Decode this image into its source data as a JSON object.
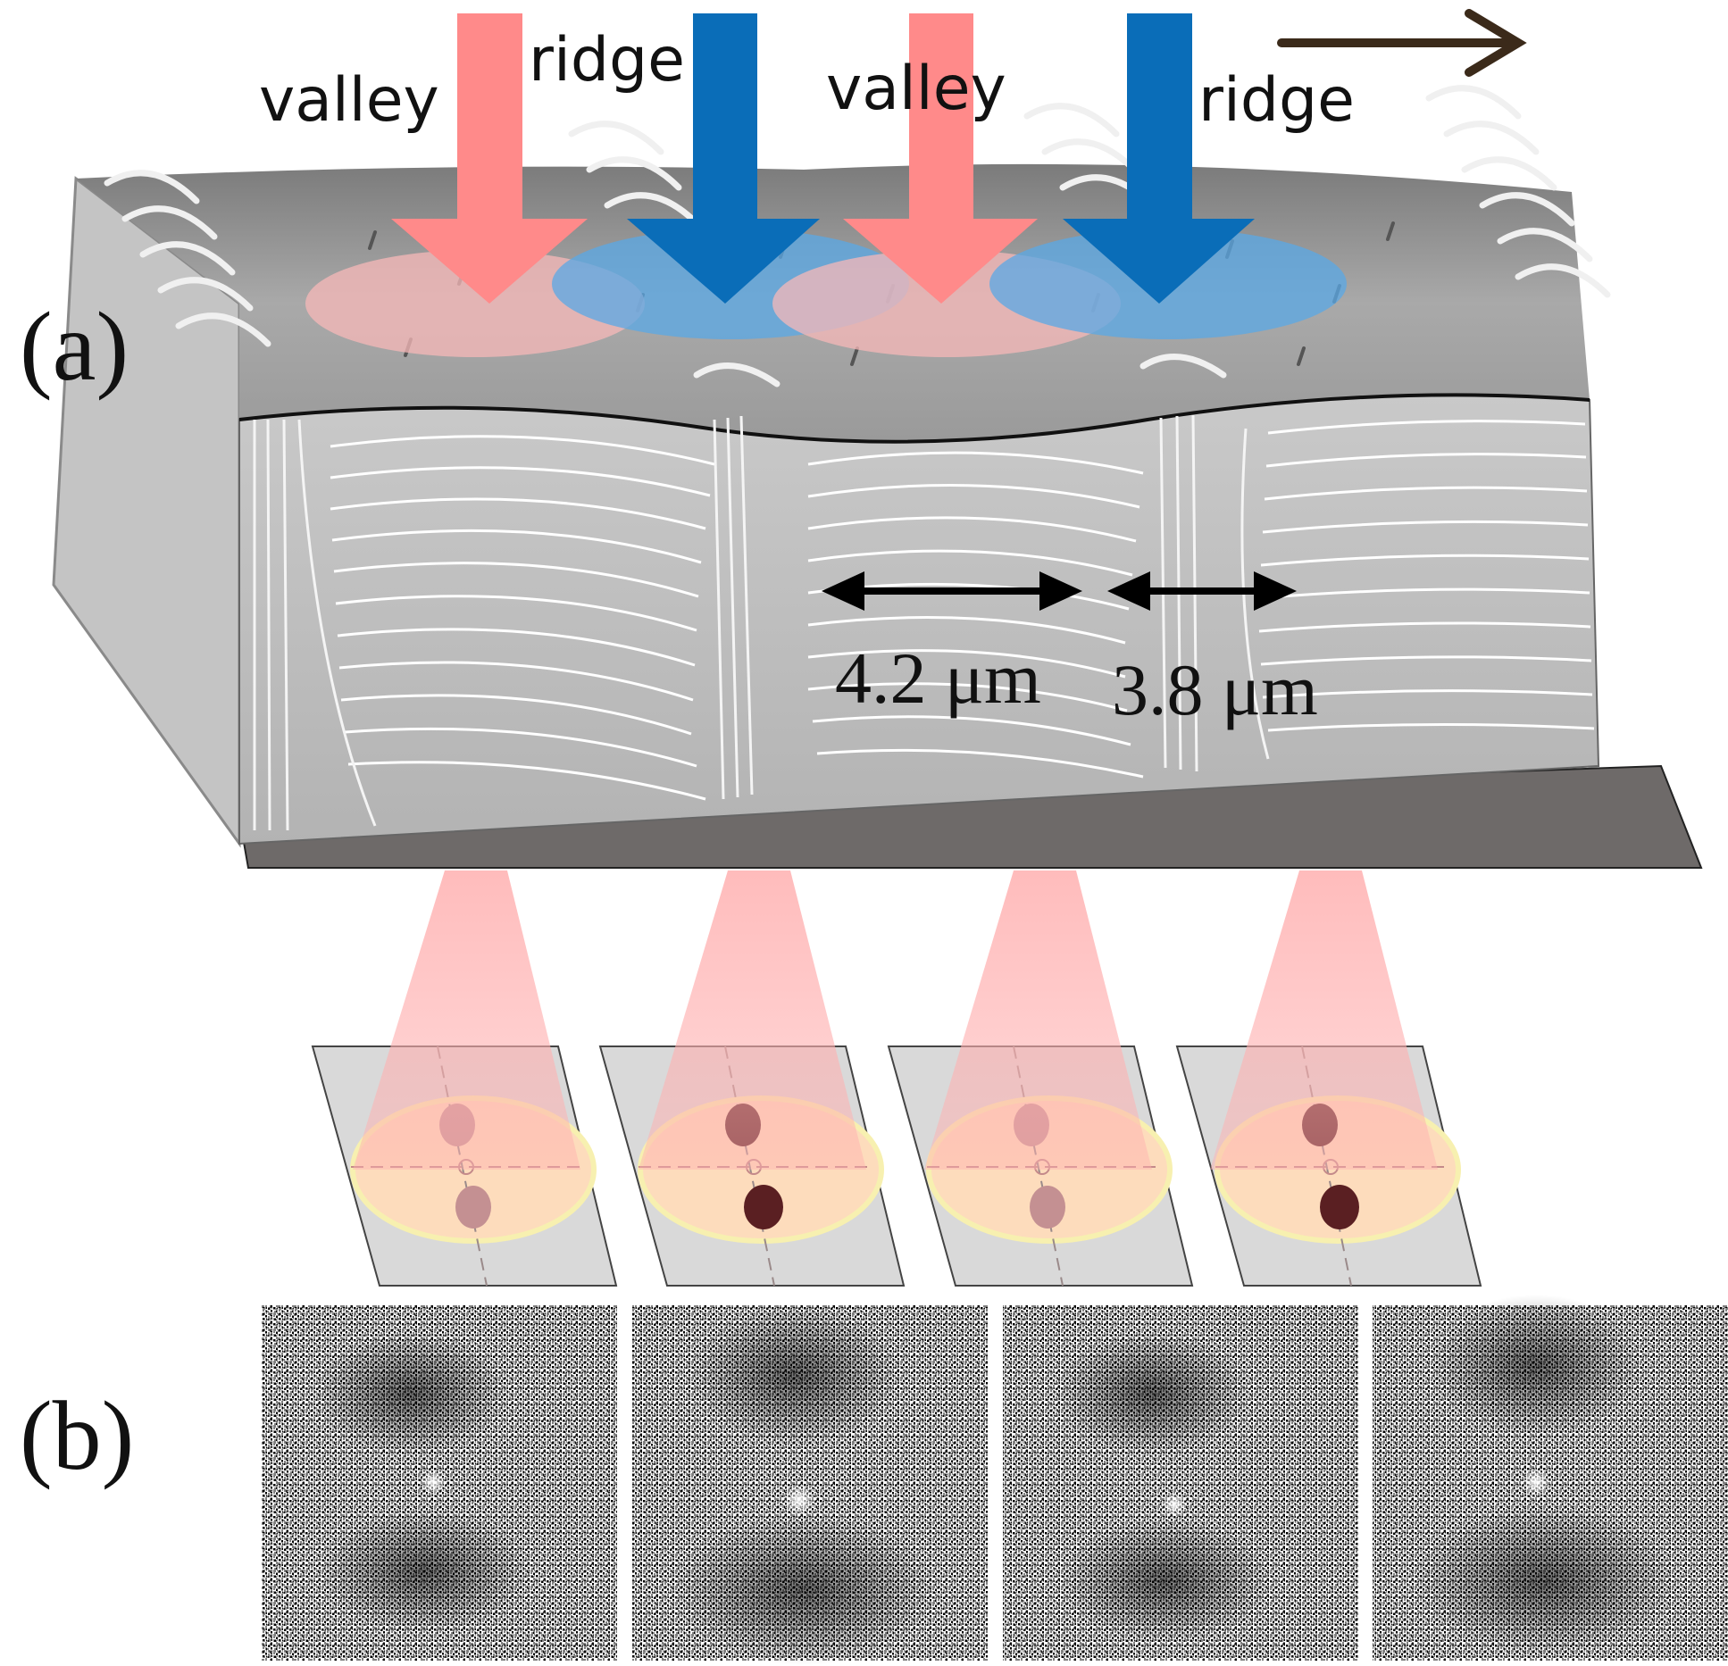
{
  "figure": {
    "panel_a_label": "(a)",
    "panel_b_label": "(b)",
    "top_labels": [
      {
        "text": "valley",
        "kind": "valley"
      },
      {
        "text": "ridge",
        "kind": "ridge"
      },
      {
        "text": "valley",
        "kind": "valley"
      },
      {
        "text": "ridge",
        "kind": "ridge"
      }
    ],
    "measurements": [
      {
        "text": "4.2 μm"
      },
      {
        "text": "3.8 μm"
      }
    ],
    "lobe_intensity": [
      "light",
      "dark",
      "light",
      "dark"
    ],
    "colors": {
      "valley_arrow": "#ff8a8a",
      "ridge_arrow": "#0a6db8",
      "valley_spot": "#f7b8b8",
      "ridge_spot": "#5aa8e6",
      "scan_arrow": "#3b2a1a",
      "sample_surface": "#9e9e9e",
      "sample_base": "#6e6a69",
      "cone": "#ffb0b0",
      "detector_plate": "#d9d9d9",
      "detector_disk": "#fddcbc",
      "lobe_light": "#c49092",
      "lobe_dark": "#5a1f22"
    }
  }
}
